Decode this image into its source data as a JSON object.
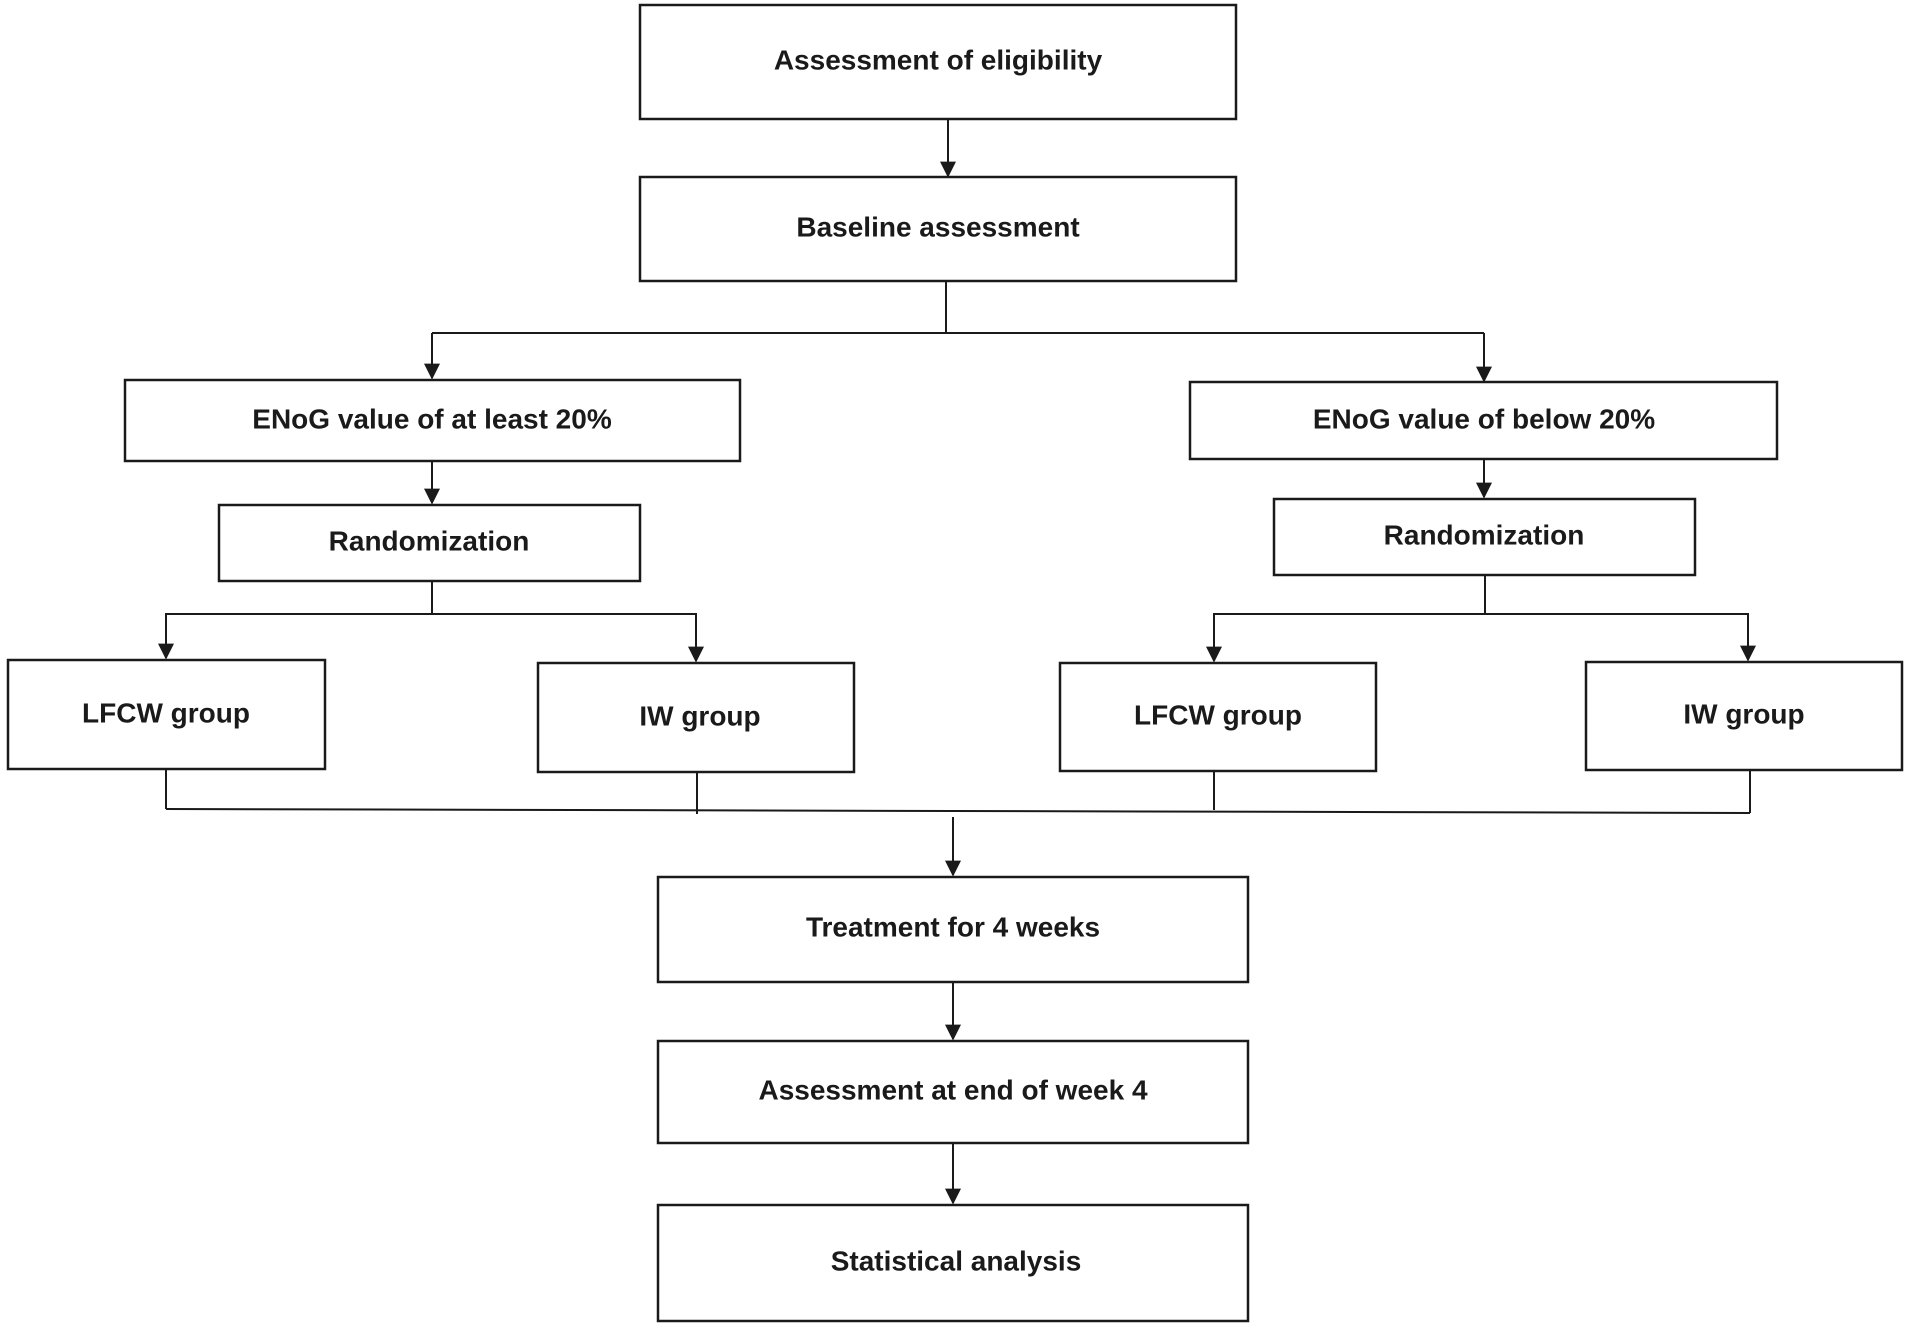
{
  "diagram": {
    "nodes": {
      "eligibility": "Assessment of eligibility",
      "baseline": "Baseline assessment",
      "enog_high": "ENoG value of at least 20%",
      "enog_low": "ENoG value of below 20%",
      "rand_left": "Randomization",
      "rand_right": "Randomization",
      "lfcw_left": "LFCW group",
      "iw_left": "IW group",
      "lfcw_right": "LFCW group",
      "iw_right": "IW group",
      "treatment": "Treatment for 4 weeks",
      "assessment_end": "Assessment at end of week 4",
      "statistics": "Statistical analysis"
    },
    "colors": {
      "stroke": "#1a1a1a",
      "background": "#ffffff"
    }
  }
}
